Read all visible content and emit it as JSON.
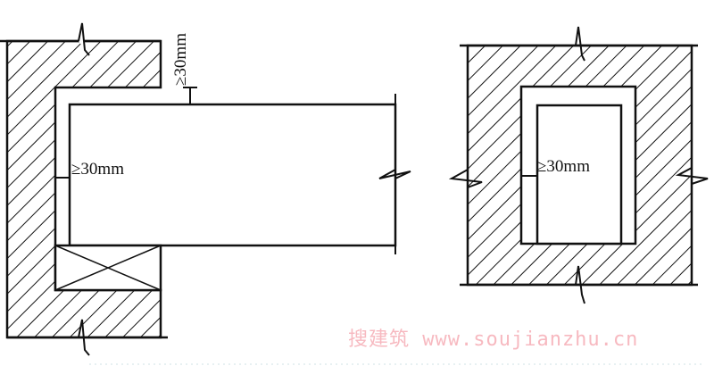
{
  "diagram": {
    "left_detail": {
      "gap_top_label": "≥30mm",
      "gap_side_label": "≥30mm"
    },
    "right_detail": {
      "gap_side_label": "≥30mm"
    }
  },
  "watermark": "搜建筑 www.soujianzhu.cn",
  "colors": {
    "line": "#111111",
    "watermark": "#f7b9c0"
  }
}
